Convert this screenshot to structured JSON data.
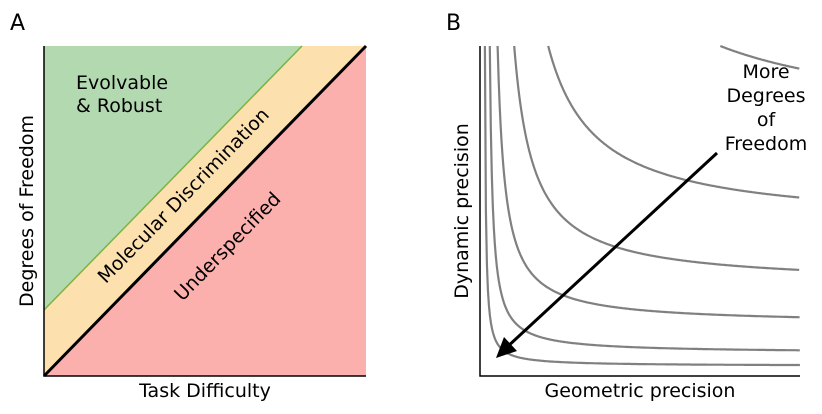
{
  "panel_a": {
    "letter": "A",
    "x_label": "Task Difficulty",
    "y_label": "Degrees of Freedom",
    "regions": {
      "evolvable_line1": "Evolvable",
      "evolvable_line2": "& Robust",
      "molecular": "Molecular Discrimination",
      "underspecified": "Underspecified"
    },
    "colors": {
      "evolvable": "#b3d9b0",
      "molecular": "#fce0ae",
      "underspecified": "#fcb0ae",
      "boundary_green": "#7cb342",
      "diagonal": "#000000"
    }
  },
  "panel_b": {
    "letter": "B",
    "x_label": "Geometric precision",
    "y_label": "Dynamic precision",
    "arrow_label": [
      "More",
      "Degrees",
      "of",
      "Freedom"
    ],
    "curve_color": "#808080",
    "curve_count": 6
  }
}
